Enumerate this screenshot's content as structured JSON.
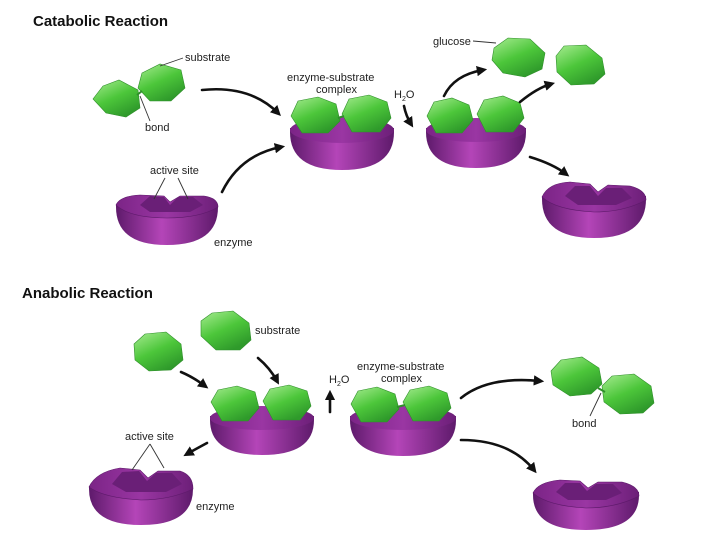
{
  "colors": {
    "substrate_light": "#8fe07a",
    "substrate_mid": "#4cc63a",
    "substrate_dark": "#2f8f2a",
    "enzyme_light": "#b445b8",
    "enzyme_mid": "#8a2a94",
    "enzyme_dark": "#5e1a6b",
    "arrow": "#111111"
  },
  "catabolic": {
    "title": "Catabolic Reaction",
    "labels": {
      "substrate": "substrate",
      "bond": "bond",
      "active_site": "active site",
      "enzyme": "enzyme",
      "complex_line1": "enzyme-substrate",
      "complex_line2": "complex",
      "water_h": "H",
      "water_sub": "2",
      "water_o": "O",
      "glucose": "glucose"
    }
  },
  "anabolic": {
    "title": "Anabolic Reaction",
    "labels": {
      "substrate": "substrate",
      "water_h": "H",
      "water_sub": "2",
      "water_o": "O",
      "complex_line1": "enzyme-substrate",
      "complex_line2": "complex",
      "active_site": "active site",
      "enzyme": "enzyme",
      "bond": "bond"
    }
  }
}
